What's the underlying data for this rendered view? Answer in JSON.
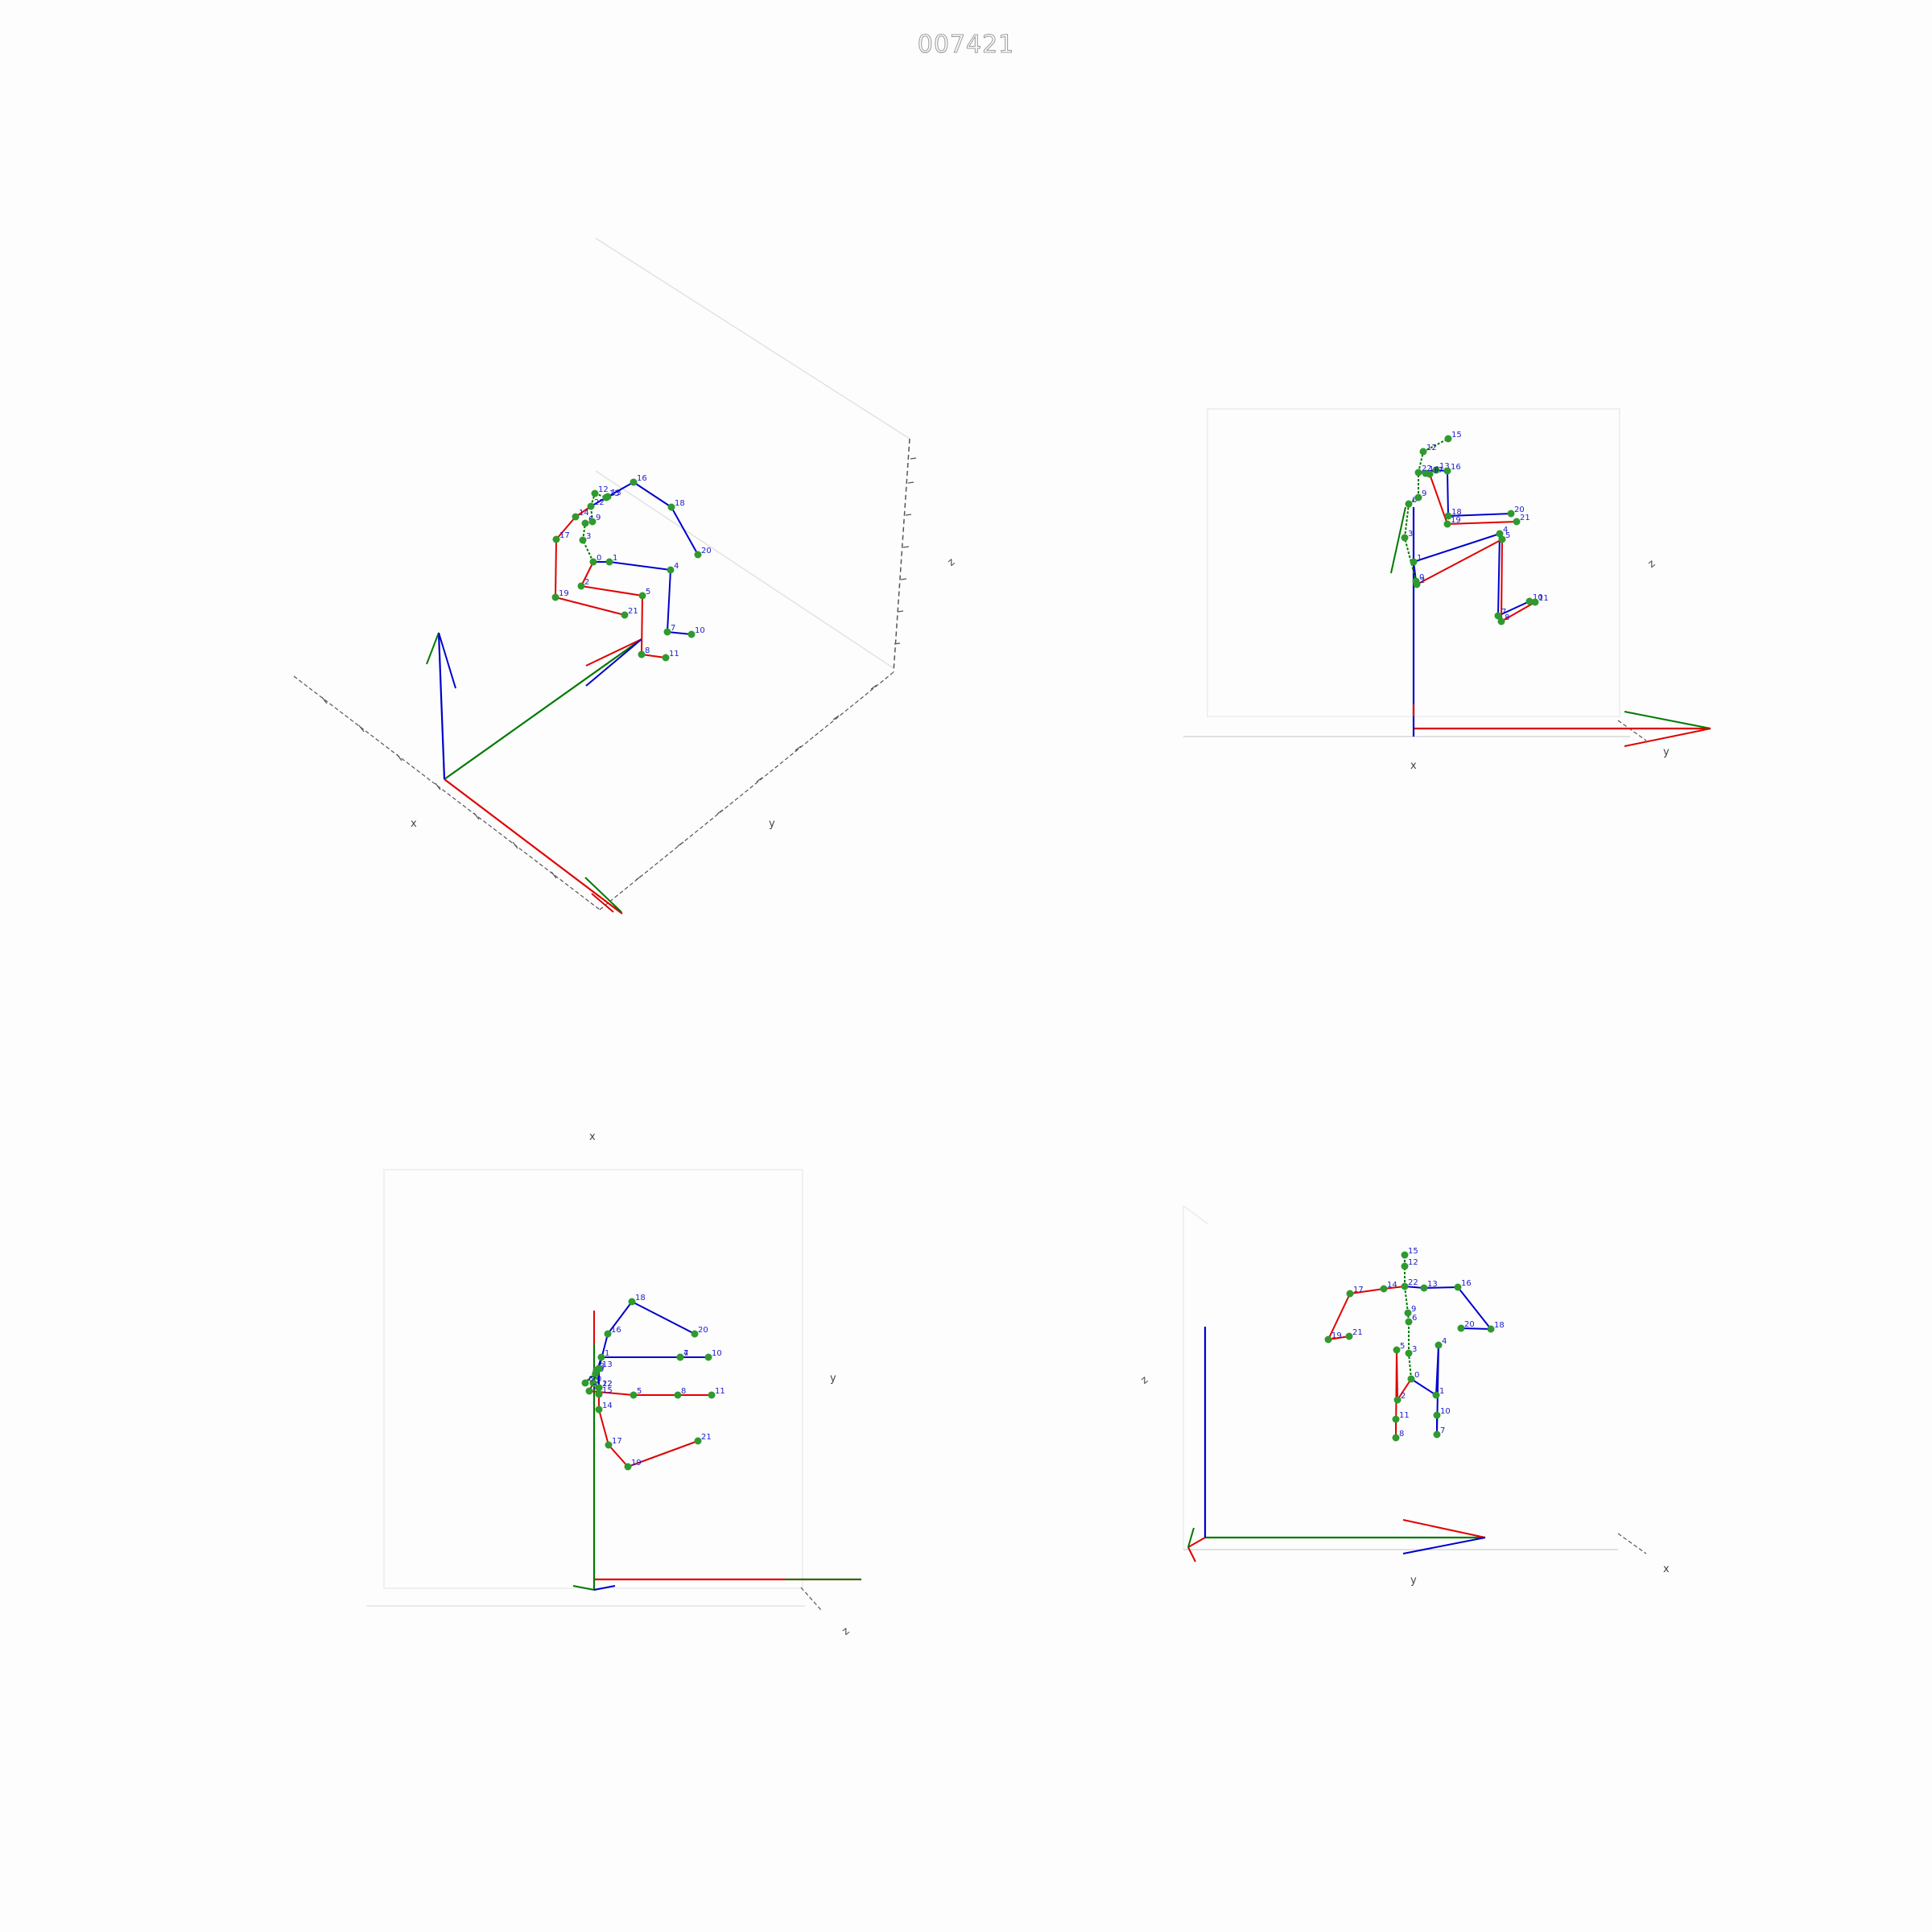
{
  "title": "007421",
  "colors": {
    "left": "#e00000",
    "right": "#0000cc",
    "center": "#007a00",
    "joint": "#2f9a2f",
    "label": "#1c1ccf"
  },
  "views": [
    {
      "name": "perspective",
      "axes": [
        "x",
        "y",
        "z"
      ]
    },
    {
      "name": "side",
      "axes": [
        "x",
        "y",
        "z"
      ]
    },
    {
      "name": "top",
      "axes": [
        "x",
        "y",
        "z"
      ]
    },
    {
      "name": "front",
      "axes": [
        "x",
        "y",
        "z"
      ]
    }
  ],
  "skeleton": {
    "joints": [
      "0",
      "1",
      "2",
      "3",
      "4",
      "5",
      "6",
      "7",
      "8",
      "9",
      "10",
      "11",
      "12",
      "13",
      "14",
      "15",
      "16",
      "17",
      "18",
      "19",
      "20",
      "21",
      "22"
    ],
    "bones": [
      [
        "0",
        "1"
      ],
      [
        "0",
        "2"
      ],
      [
        "0",
        "3"
      ],
      [
        "1",
        "4"
      ],
      [
        "4",
        "7"
      ],
      [
        "7",
        "10"
      ],
      [
        "2",
        "5"
      ],
      [
        "5",
        "8"
      ],
      [
        "8",
        "11"
      ],
      [
        "3",
        "6"
      ],
      [
        "6",
        "9"
      ],
      [
        "9",
        "22"
      ],
      [
        "22",
        "12"
      ],
      [
        "12",
        "15"
      ],
      [
        "22",
        "13"
      ],
      [
        "13",
        "16"
      ],
      [
        "16",
        "18"
      ],
      [
        "18",
        "20"
      ],
      [
        "22",
        "14"
      ],
      [
        "14",
        "17"
      ],
      [
        "17",
        "19"
      ],
      [
        "19",
        "21"
      ]
    ]
  }
}
